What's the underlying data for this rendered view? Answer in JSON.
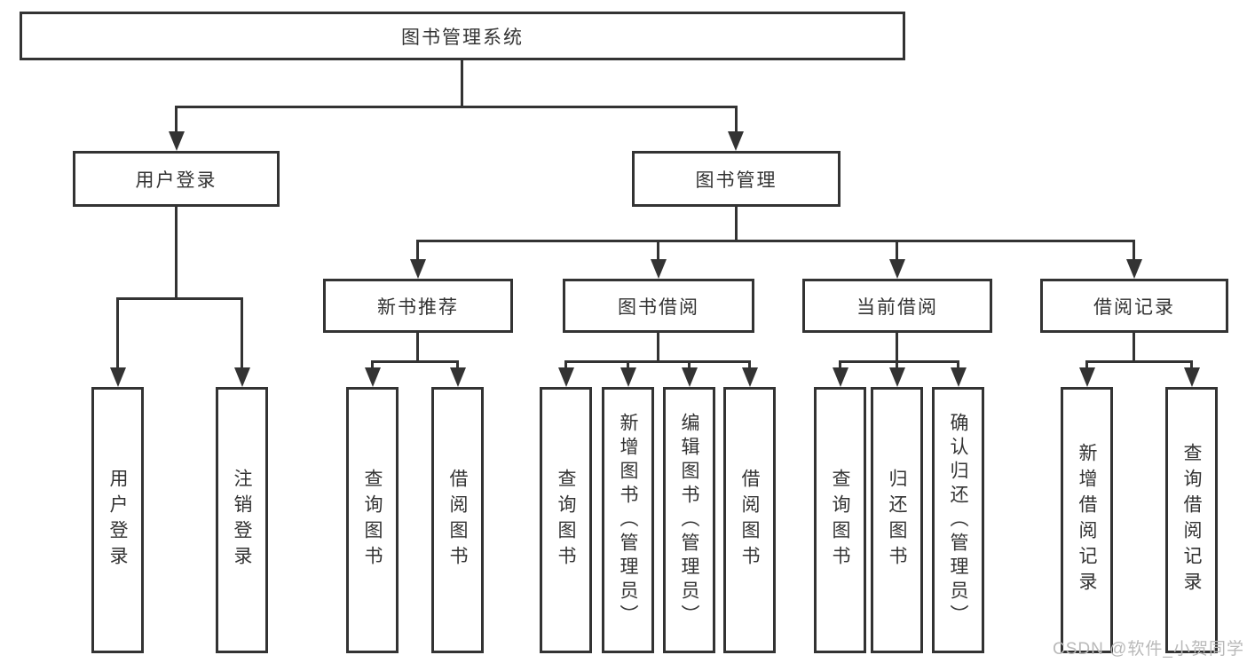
{
  "diagram": {
    "colors": {
      "line": "#333333",
      "text": "#333333",
      "box_fill": "#ffffff",
      "watermark": "#b9b9b9"
    },
    "root": {
      "label": "图书管理系统"
    },
    "level2": [
      {
        "label": "用户登录",
        "children": [
          "用户登录",
          "注销登录"
        ]
      },
      {
        "label": "图书管理"
      }
    ],
    "level3": [
      {
        "label": "新书推荐",
        "children": [
          "查询图书",
          "借阅图书"
        ]
      },
      {
        "label": "图书借阅",
        "children": [
          "查询图书",
          "新增图书（管理员）",
          "编辑图书（管理员）",
          "借阅图书"
        ]
      },
      {
        "label": "当前借阅",
        "children": [
          "查询图书",
          "归还图书",
          "确认归还（管理员）"
        ]
      },
      {
        "label": "借阅记录",
        "children": [
          "新增借阅记录",
          "查询借阅记录"
        ]
      }
    ],
    "watermark": "CSDN @软件_小贺同学"
  }
}
